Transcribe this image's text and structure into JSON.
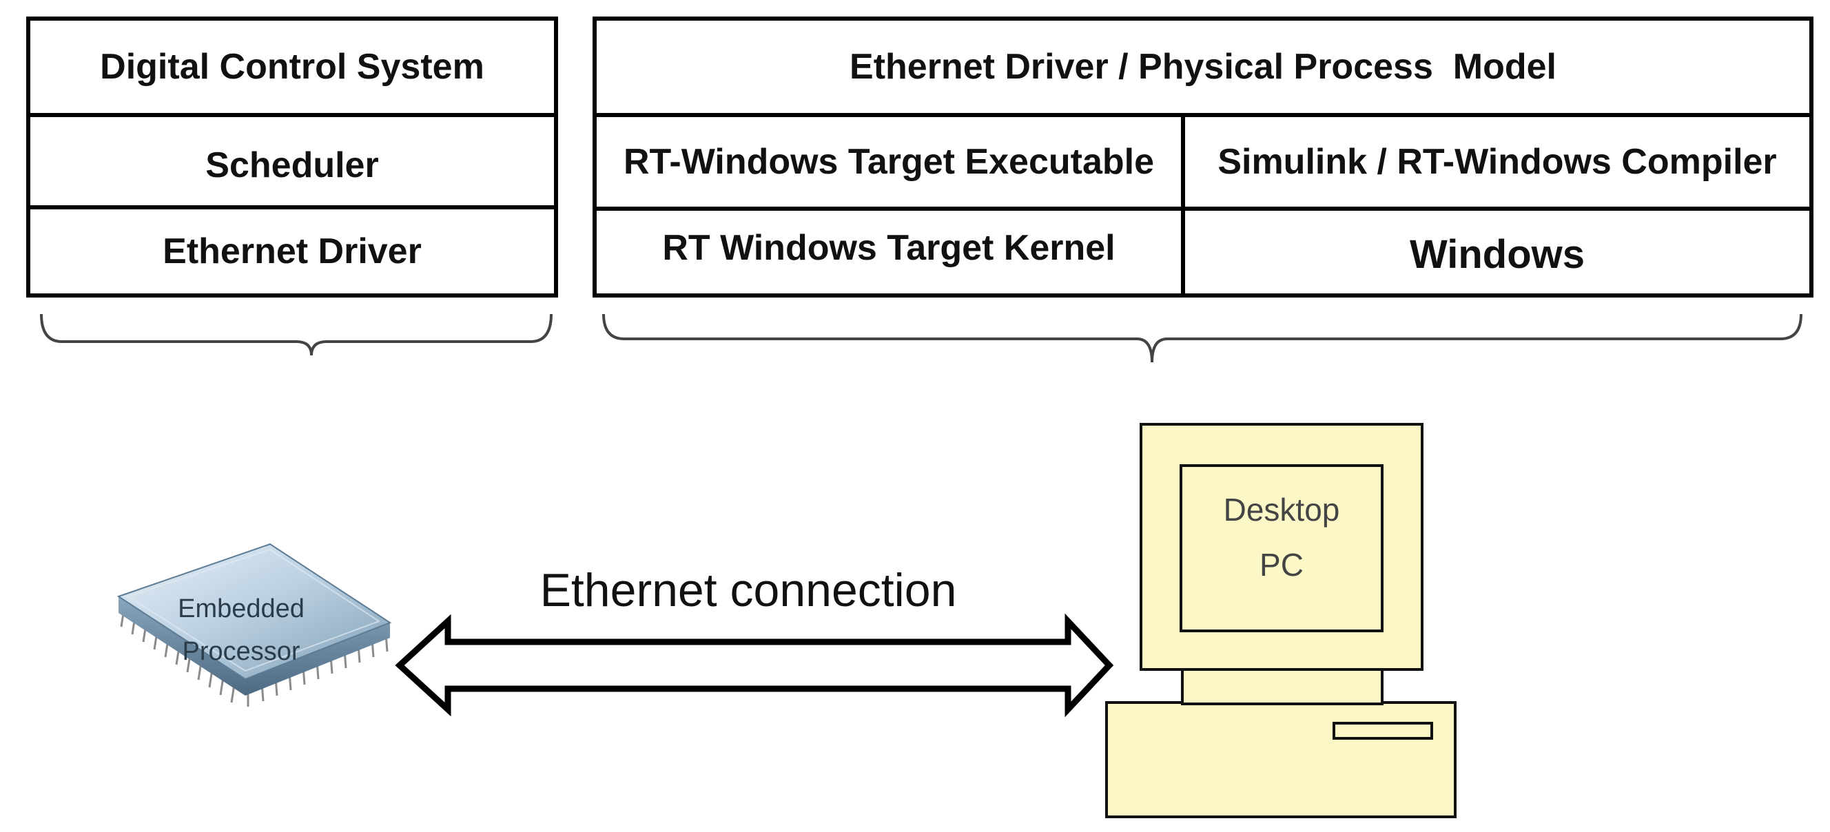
{
  "embedded_stack": {
    "rows": [
      "Digital Control System",
      "Scheduler",
      "Ethernet Driver"
    ]
  },
  "pc_stack": {
    "top_row": "Ethernet Driver / Physical Process  Model",
    "middle_left": "RT-Windows Target Executable",
    "middle_right": "Simulink / RT-Windows Compiler",
    "bottom_left": "RT Windows Target Kernel",
    "bottom_right": "Windows"
  },
  "connection": {
    "label": "Ethernet connection"
  },
  "devices": {
    "chip_label_line1": "Embedded",
    "chip_label_line2": "Processor",
    "pc_label_line1": "Desktop",
    "pc_label_line2": "PC"
  },
  "colors": {
    "pc_fill": "#fbf7c6",
    "chip_fill": "#b9cfe0",
    "line": "#000000"
  }
}
